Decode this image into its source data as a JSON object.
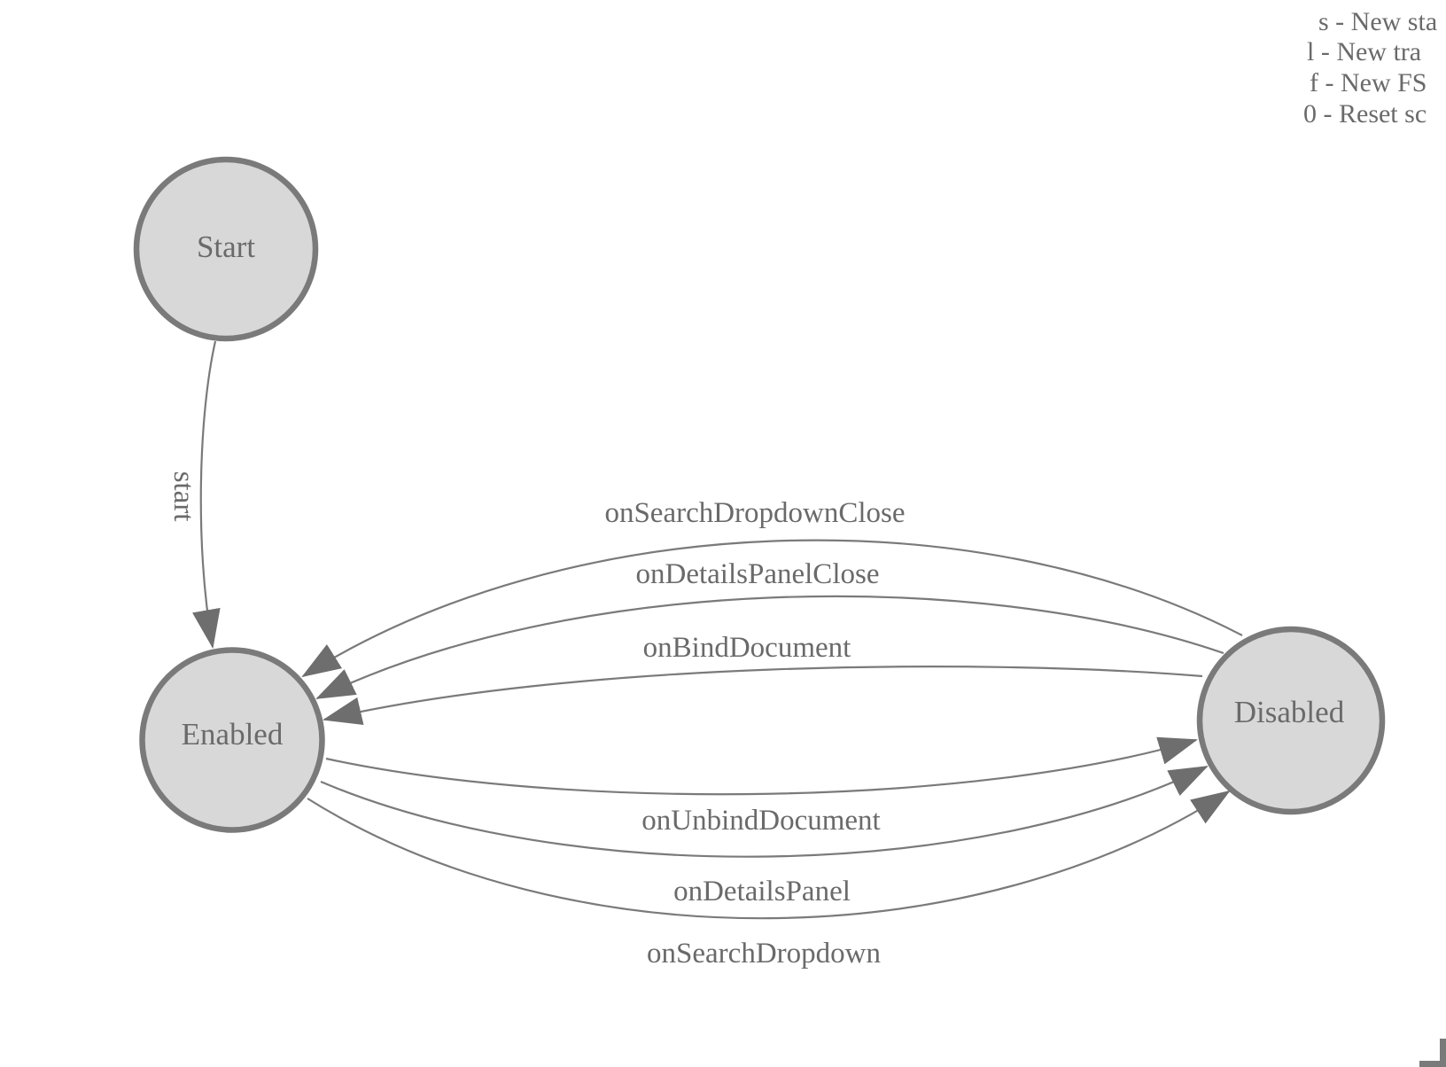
{
  "diagram": {
    "nodes": [
      {
        "id": "start",
        "label": "Start"
      },
      {
        "id": "enabled",
        "label": "Enabled"
      },
      {
        "id": "disabled",
        "label": "Disabled"
      }
    ],
    "edges": [
      {
        "label": "start",
        "from": "Start",
        "to": "Enabled"
      },
      {
        "label": "onSearchDropdownClose",
        "from": "Disabled",
        "to": "Enabled"
      },
      {
        "label": "onDetailsPanelClose",
        "from": "Disabled",
        "to": "Enabled"
      },
      {
        "label": "onBindDocument",
        "from": "Disabled",
        "to": "Enabled"
      },
      {
        "label": "onUnbindDocument",
        "from": "Enabled",
        "to": "Disabled"
      },
      {
        "label": "onDetailsPanel",
        "from": "Enabled",
        "to": "Disabled"
      },
      {
        "label": "onSearchDropdown",
        "from": "Enabled",
        "to": "Disabled"
      }
    ]
  },
  "legend": {
    "lines": [
      "s - New sta",
      "l - New tra",
      "f - New FS",
      "0 - Reset sc"
    ]
  },
  "colors": {
    "node_fill": "#d8d8d8",
    "node_stroke": "#7a7a7a",
    "edge_stroke": "#7a7a7a",
    "arrow_fill": "#6e6e6e",
    "label_text": "#6a6a6a"
  }
}
